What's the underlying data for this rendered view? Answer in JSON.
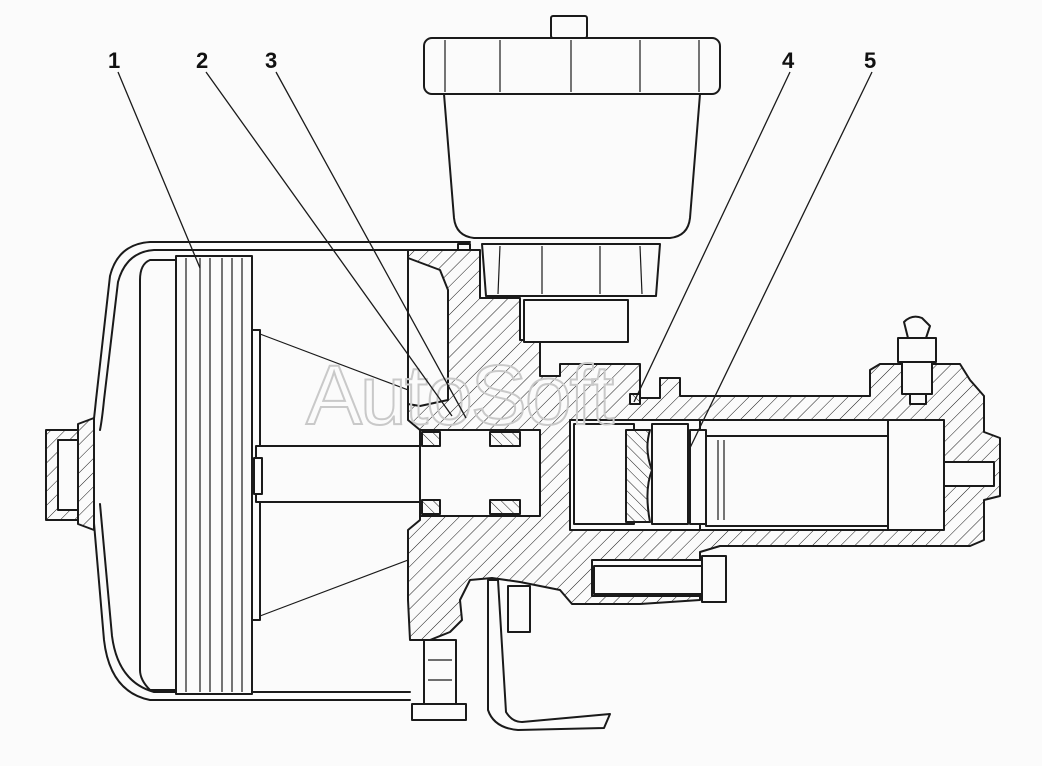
{
  "callouts": [
    {
      "id": "1",
      "label": "1"
    },
    {
      "id": "2",
      "label": "2"
    },
    {
      "id": "3",
      "label": "3"
    },
    {
      "id": "4",
      "label": "4"
    },
    {
      "id": "5",
      "label": "5"
    }
  ],
  "watermark": {
    "text": "AutoSoft"
  },
  "colors": {
    "line": "#1a1a1a",
    "background": "#fbfbfb",
    "watermark": "#c9c9c9"
  }
}
